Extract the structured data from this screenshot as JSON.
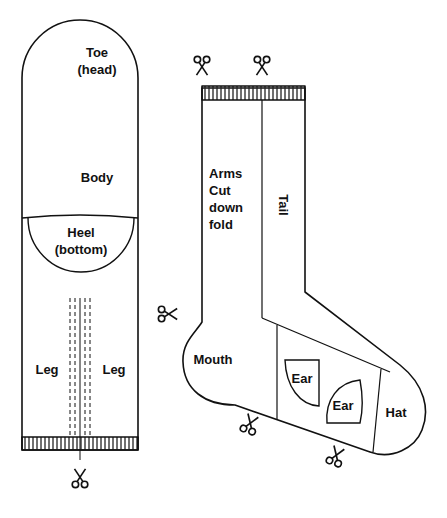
{
  "diagram": {
    "nodes": [
      {
        "text": [
          "Heel (bottom)"
        ]
      },
      {
        "text": [
          "Ear"
        ]
      },
      {
        "text": [
          "Ear"
        ]
      }
    ],
    "labels": [
      "Toe (head)",
      "Body",
      "Leg",
      "Leg",
      "Arms Cut down fold",
      "Tail",
      "Mouth",
      "Hat"
    ]
  }
}
